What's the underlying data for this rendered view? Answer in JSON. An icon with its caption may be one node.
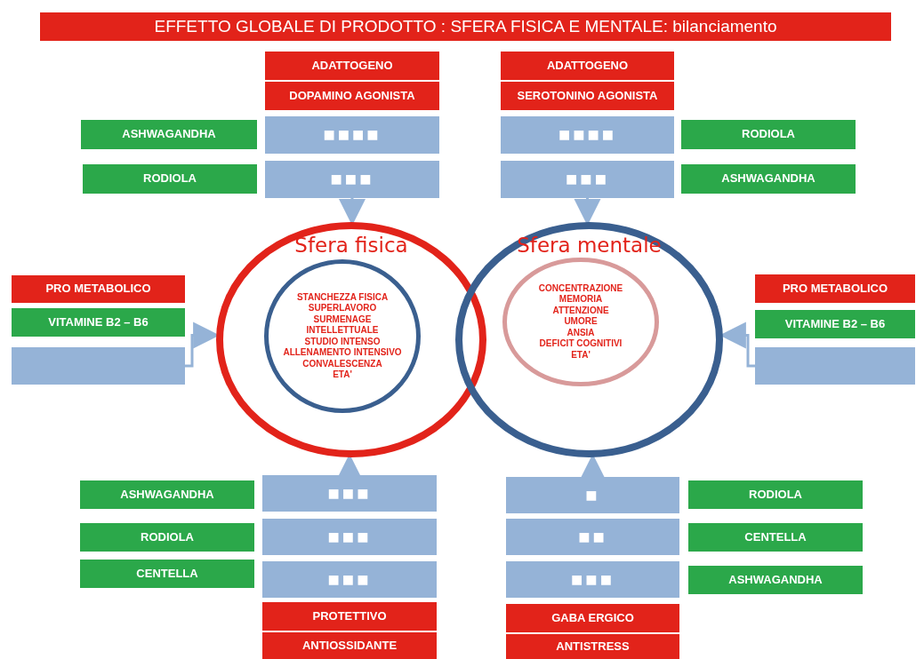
{
  "diagram": {
    "title": "EFFETTO GLOBALE DI PRODOTTO : SFERA FISICA E MENTALE: bilanciamento",
    "nodes": [
      {
        "text": [
          "ADATTOGENO"
        ]
      },
      {
        "text": [
          "DOPAMINO AGONISTA"
        ]
      },
      {
        "text": [
          "■■■■"
        ]
      },
      {
        "text": [
          "■■■"
        ]
      },
      {
        "text": [
          "ADATTOGENO"
        ]
      },
      {
        "text": [
          "SEROTONINO AGONISTA"
        ]
      },
      {
        "text": [
          "■■■■"
        ]
      },
      {
        "text": [
          "■■■"
        ]
      },
      {
        "text": [
          "ASHWAGANDHA"
        ]
      },
      {
        "text": [
          "RODIOLA"
        ]
      },
      {
        "text": [
          "RODIOLA"
        ]
      },
      {
        "text": [
          "ASHWAGANDHA"
        ]
      },
      {
        "text": [
          "PRO METABOLICO"
        ]
      },
      {
        "text": [
          "VITAMINE B2 – B6"
        ]
      },
      {
        "text": [],
        "shape": "box"
      },
      {
        "text": [
          "Sfera fisica"
        ]
      },
      {
        "text": [
          "STANCHEZZA FISICA",
          "SUPERLAVORO",
          "SURMENAGE INTELLETTUALE",
          "STUDIO INTENSO",
          "ALLENAMENTO INTENSIVO",
          "CONVALESCENZA",
          "ETA'"
        ],
        "in": 15
      },
      {
        "text": [
          "Sfera mentale"
        ]
      },
      {
        "text": [
          "CONCENTRAZIONE",
          "MEMORIA",
          "ATTENZIONE",
          "UMORE",
          "ANSIA",
          "DEFICIT COGNITIVI",
          "ETA'"
        ],
        "in": 17
      },
      {
        "text": [
          "PRO METABOLICO"
        ]
      },
      {
        "text": [
          "VITAMINE B2 – B6"
        ]
      },
      {
        "text": [],
        "shape": "box"
      },
      {
        "text": [
          "ASHWAGANDHA"
        ]
      },
      {
        "text": [
          "■■■"
        ]
      },
      {
        "text": [
          "■"
        ]
      },
      {
        "text": [
          "RODIOLA"
        ]
      },
      {
        "text": [
          "RODIOLA"
        ]
      },
      {
        "text": [
          "■■■"
        ]
      },
      {
        "text": [
          "■■"
        ]
      },
      {
        "text": [
          "CENTELLA"
        ]
      },
      {
        "text": [
          "CENTELLA"
        ]
      },
      {
        "text": [
          "■■■"
        ]
      },
      {
        "text": [
          "■■■"
        ]
      },
      {
        "text": [
          "ASHWAGANDHA"
        ]
      },
      {
        "text": [
          "PROTETTIVO"
        ]
      },
      {
        "text": [
          "GABA ERGICO"
        ]
      },
      {
        "text": [
          "ANTIOSSIDANTE"
        ]
      },
      {
        "text": [
          "ANTISTRESS"
        ]
      }
    ],
    "edges": [
      {
        "from": 3,
        "to": 15,
        "arrow": "to"
      },
      {
        "from": 7,
        "to": 17,
        "arrow": "to"
      },
      {
        "from": 14,
        "to": 15,
        "arrow": "to"
      },
      {
        "from": 21,
        "to": 17,
        "arrow": "to"
      },
      {
        "from": 23,
        "to": 15,
        "arrow": "to"
      },
      {
        "from": 24,
        "to": 17,
        "arrow": "to"
      }
    ]
  }
}
